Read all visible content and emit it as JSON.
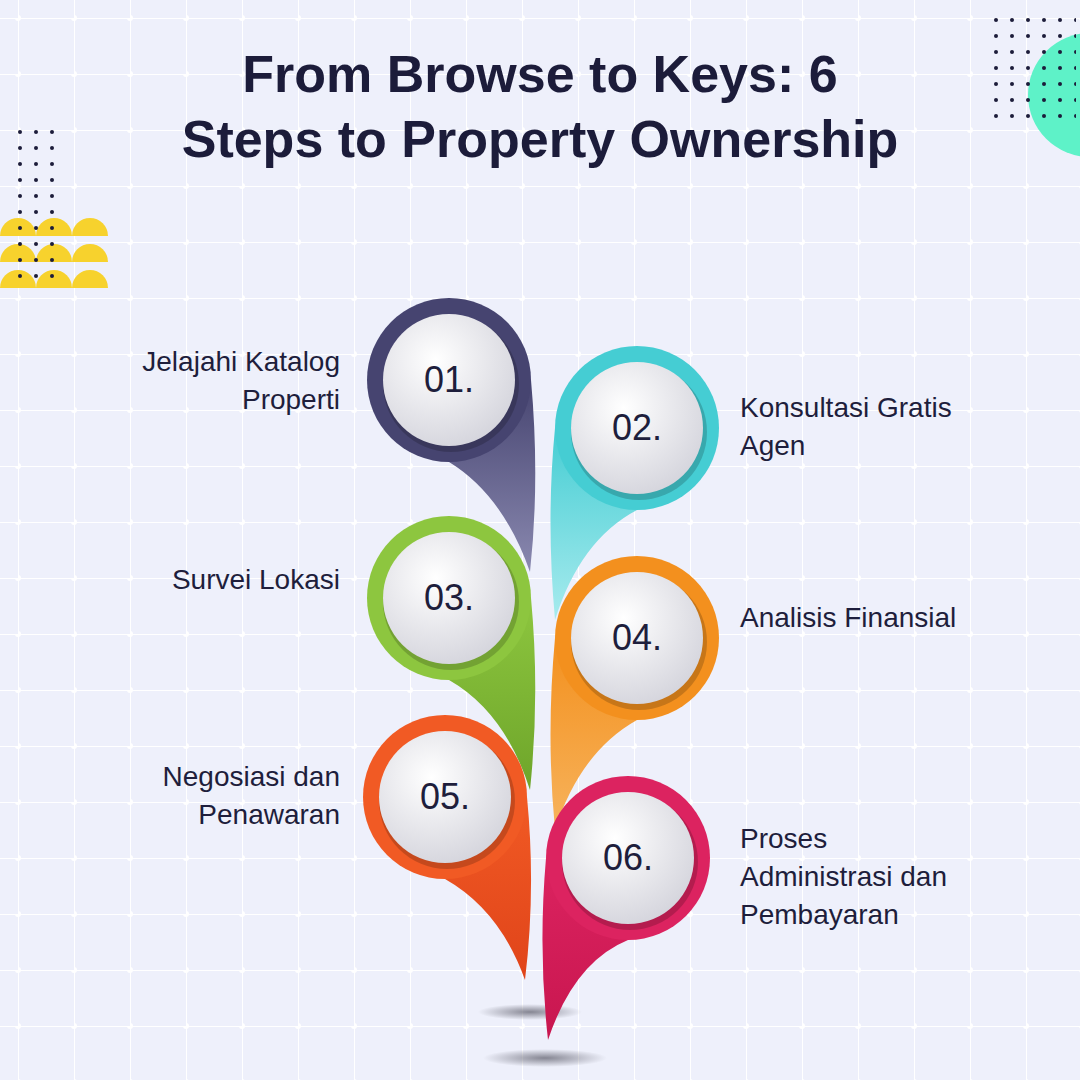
{
  "diagram": {
    "title": "From Browse to Keys: 6 Steps to Property Ownership",
    "nodes": [
      {
        "text": [
          "01.",
          "Jelajahi Katalog Properti"
        ]
      },
      {
        "text": [
          "02.",
          "Konsultasi Gratis Agen"
        ]
      },
      {
        "text": [
          "03.",
          "Survei Lokasi"
        ]
      },
      {
        "text": [
          "04.",
          "Analisis Finansial"
        ]
      },
      {
        "text": [
          "05.",
          "Negosiasi dan Penawaran"
        ]
      },
      {
        "text": [
          "06.",
          "Proses Administrasi dan Pembayaran"
        ]
      }
    ]
  }
}
